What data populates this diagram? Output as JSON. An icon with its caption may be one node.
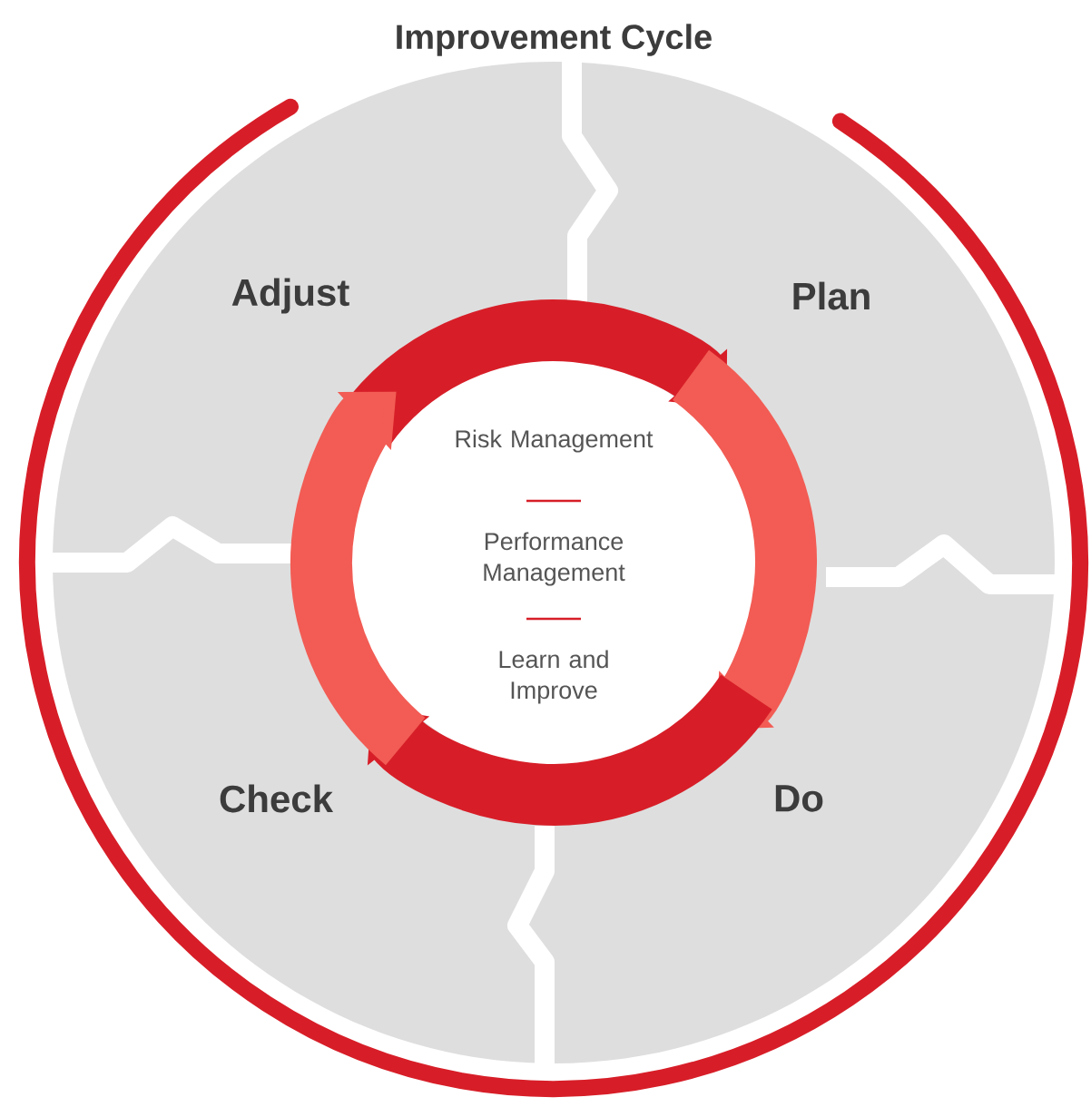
{
  "diagram": {
    "title": "Improvement Cycle",
    "nodes": [
      {
        "text": [
          "Adjust"
        ]
      },
      {
        "text": [
          "Plan"
        ]
      },
      {
        "text": [
          "Do"
        ]
      },
      {
        "text": [
          "Check"
        ]
      },
      {
        "text": [
          "Risk Management",
          "Performance Management",
          "Learn and Improve"
        ]
      }
    ],
    "edges": [
      {
        "from": 0,
        "to": 1,
        "arrow": "to",
        "color": "#d71e28"
      },
      {
        "from": 1,
        "to": 2,
        "arrow": "to",
        "color": "#f25c54"
      },
      {
        "from": 2,
        "to": 3,
        "arrow": "to",
        "color": "#d71e28"
      },
      {
        "from": 3,
        "to": 0,
        "arrow": "to",
        "color": "#f25c54"
      }
    ]
  }
}
